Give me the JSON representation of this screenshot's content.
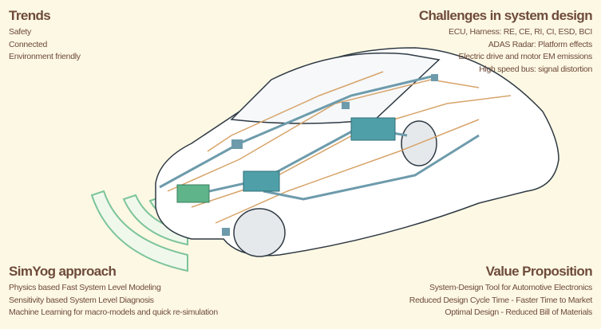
{
  "trends": {
    "title": "Trends",
    "items": [
      "Safety",
      "Connected",
      "Environment friendly"
    ]
  },
  "challenges": {
    "title": "Challenges in system design",
    "items": [
      "ECU, Harness: RE, CE, RI, CI, ESD, BCI",
      "ADAS Radar: Platform effects",
      "Electric drive and motor EM emissions",
      "High speed bus: signal distortion"
    ]
  },
  "approach": {
    "title": "SimYog approach",
    "items": [
      "Physics based Fast System Level Modeling",
      "Sensitivity based System Level Diagnosis",
      "Machine Learning for macro-models and quick re-simulation"
    ]
  },
  "value": {
    "title": "Value Proposition",
    "items": [
      "System-Design Tool for Automotive Electronics",
      "Reduced Design Cycle Time - Faster Time to Market",
      "Optimal Design - Reduced Bill of Materials"
    ]
  },
  "colors": {
    "bg": "#fdf8e4",
    "text": "#6e4b3a",
    "harness": "#d7a46a",
    "module": "#4f9fa8",
    "radar": "#7cc49a"
  }
}
